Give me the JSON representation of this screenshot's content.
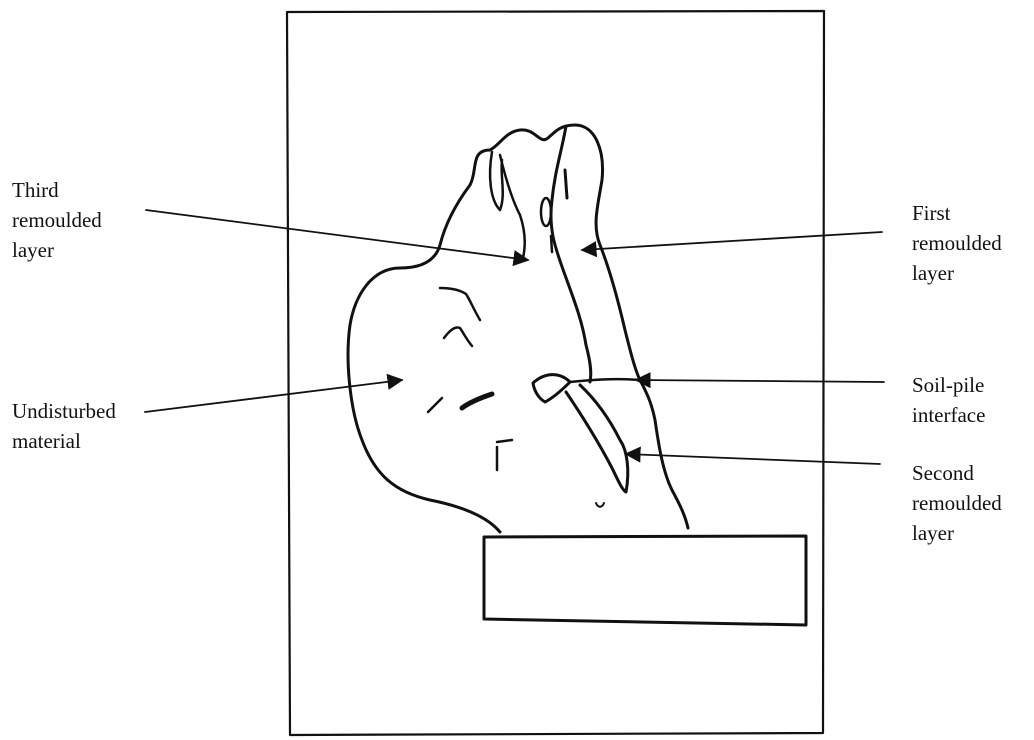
{
  "labels": {
    "third_remoulded": [
      "Third",
      "remoulded",
      "layer"
    ],
    "first_remoulded": [
      "First",
      "remoulded",
      "layer"
    ],
    "undisturbed": [
      "Undisturbed",
      "material"
    ],
    "soil_pile_interface": [
      "Soil-pile",
      "interface"
    ],
    "second_remoulded": [
      "Second",
      "remoulded",
      "layer"
    ]
  },
  "colors": {
    "ink": "#111111",
    "background": "#ffffff"
  }
}
